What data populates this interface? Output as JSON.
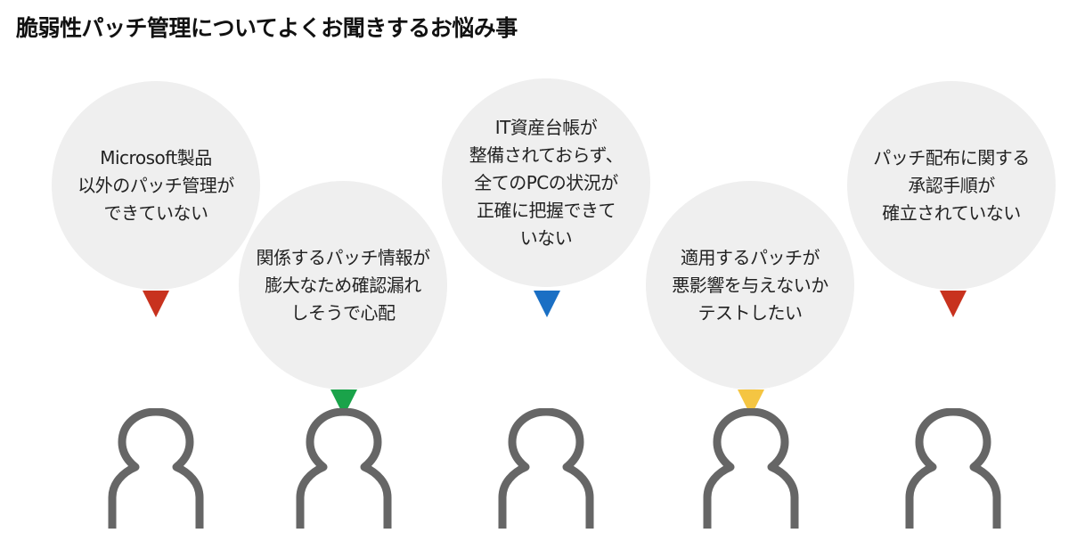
{
  "title": "脆弱性パッチ管理についてよくお聞きするお悩み事",
  "concerns": [
    {
      "lines": [
        "Microsoft製品",
        "以外のパッチ管理が",
        "できていない"
      ],
      "color": "#c8321e"
    },
    {
      "lines": [
        "関係するパッチ情報が",
        "膨大なため確認漏れ",
        "しそうで心配"
      ],
      "color": "#1aa34a"
    },
    {
      "lines": [
        "IT資産台帳が",
        "整備されておらず、",
        "全てのPCの状況が",
        "正確に把握できて",
        "いない"
      ],
      "color": "#1a6fc4"
    },
    {
      "lines": [
        "適用するパッチが",
        "悪影響を与えないか",
        "テストしたい"
      ],
      "color": "#f5c542"
    },
    {
      "lines": [
        "パッチ配布に関する",
        "承認手順が",
        "確立されていない"
      ],
      "color": "#c8321e"
    }
  ]
}
